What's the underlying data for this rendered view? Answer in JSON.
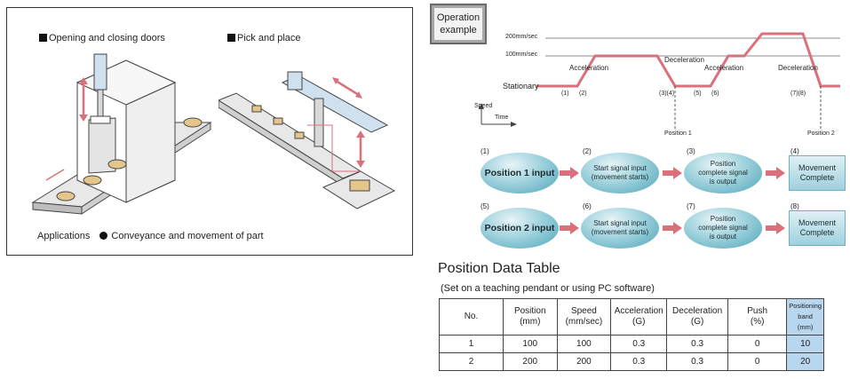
{
  "applications": {
    "opening_doors_label": "Opening and closing doors",
    "pick_place_label": "Pick and place",
    "footer_label": "Applications",
    "footer_item": "Conveyance and movement of part"
  },
  "operation": {
    "badge_line1": "Operation",
    "badge_line2": "example",
    "speed_200": "200mm/sec",
    "speed_100": "100mm/sec",
    "stationary": "Stationary",
    "speed_axis": "Speed",
    "time_axis": "Time",
    "accel1": "Acceleration",
    "decel1": "Deceleration",
    "accel2": "Acceleration",
    "decel2": "Deceleration",
    "marks": [
      "(1)",
      "(2)",
      "(3)(4)",
      "(5)",
      "(6)",
      "(7)(8)"
    ],
    "position1": "Position 1",
    "position2": "Position 2"
  },
  "flow": {
    "row1": {
      "n1": "(1)",
      "n2": "(2)",
      "n3": "(3)",
      "n4": "(4)",
      "pos": "Position 1 input",
      "start_l1": "Start signal input",
      "start_l2": "(movement starts)",
      "comp_l1": "Position",
      "comp_l2": "complete signal",
      "comp_l3": "is output",
      "done_l1": "Movement",
      "done_l2": "Complete"
    },
    "row2": {
      "n1": "(5)",
      "n2": "(6)",
      "n3": "(7)",
      "n4": "(8)",
      "pos": "Position 2 input",
      "start_l1": "Start signal input",
      "start_l2": "(movement starts)",
      "comp_l1": "Position",
      "comp_l2": "complete signal",
      "comp_l3": "is output",
      "done_l1": "Movement",
      "done_l2": "Complete"
    }
  },
  "table": {
    "title": "Position Data Table",
    "subtitle": "(Set on a teaching pendant or using PC software)",
    "headers": [
      {
        "l1": "No.",
        "l2": ""
      },
      {
        "l1": "Position",
        "l2": "(mm)"
      },
      {
        "l1": "Speed",
        "l2": "(mm/sec)"
      },
      {
        "l1": "Acceleration",
        "l2": "(G)"
      },
      {
        "l1": "Deceleration",
        "l2": "(G)"
      },
      {
        "l1": "Push",
        "l2": "(%)"
      },
      {
        "l1": "Positioning band",
        "l2": "(mm)"
      }
    ],
    "rows": [
      [
        "1",
        "100",
        "100",
        "0.3",
        "0.3",
        "0",
        "10"
      ],
      [
        "2",
        "200",
        "200",
        "0.3",
        "0.3",
        "0",
        "20"
      ]
    ]
  },
  "colors": {
    "speed_profile": "#d9707c",
    "flow_arrow": "#d9707c",
    "highlight_column": "#b9d6ef"
  }
}
